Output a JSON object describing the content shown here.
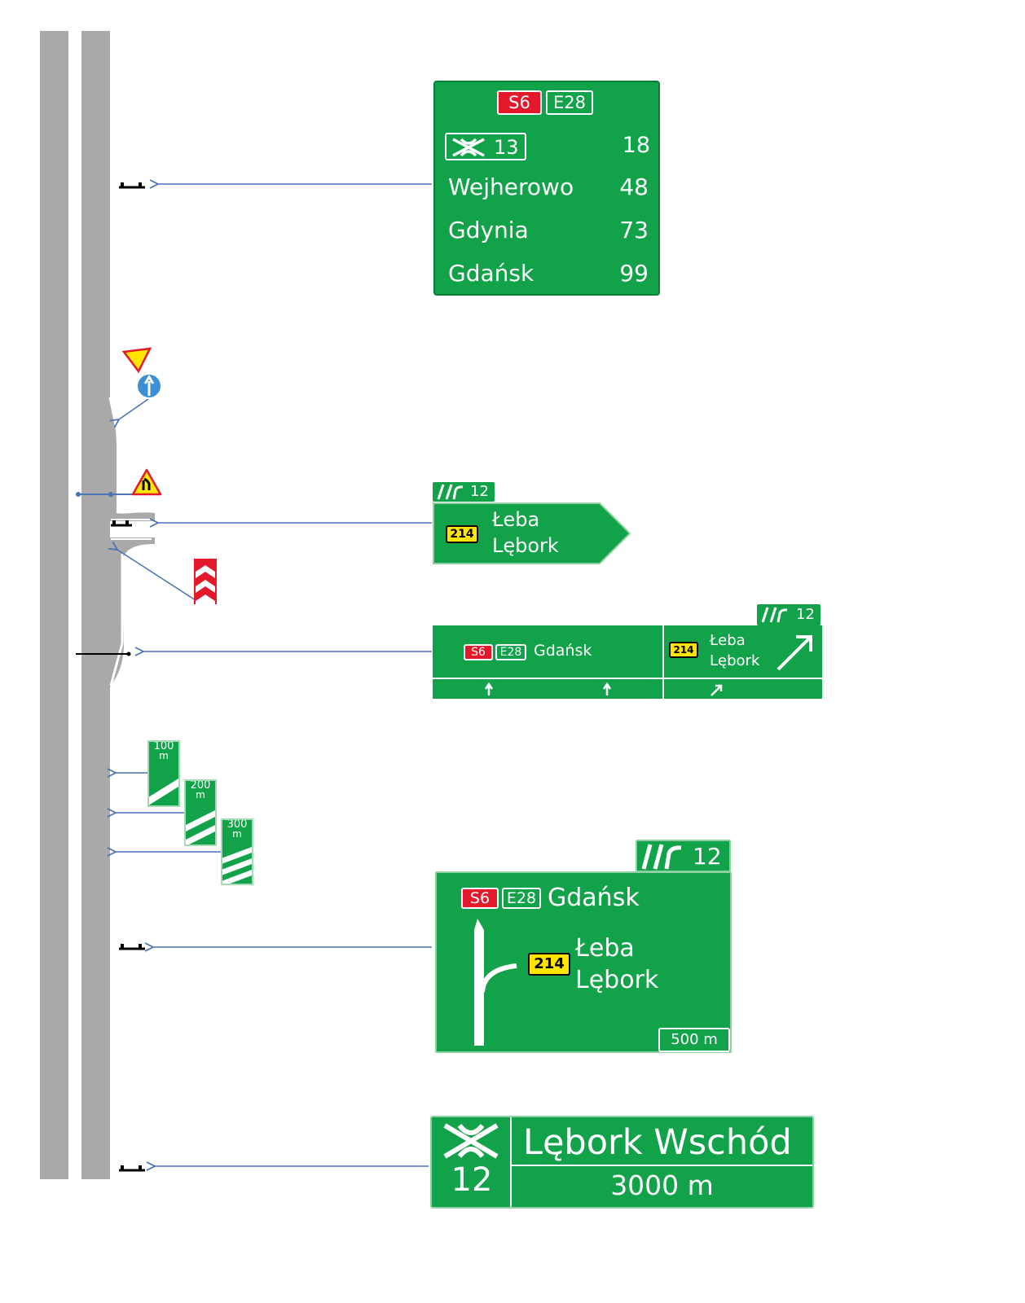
{
  "colors": {
    "sign_green": "#12a34a",
    "road_grey": "#a9a9a9",
    "arrow_blue": "#4a74b5",
    "route_red": "#e3182b",
    "route_yellow": "#ffe600"
  },
  "sign1": {
    "route_s": "S6",
    "route_e": "E28",
    "junction_icon": "motorway-junction-icon",
    "junction_number": "13",
    "rows": [
      {
        "place": "",
        "distance": "18"
      },
      {
        "place": "Wejherowo",
        "distance": "48"
      },
      {
        "place": "Gdynia",
        "distance": "73"
      },
      {
        "place": "Gdańsk",
        "distance": "99"
      }
    ]
  },
  "sign2": {
    "exit_tab_number": "12",
    "route": "214",
    "dest1": "Łeba",
    "dest2": "Lębork"
  },
  "sign3": {
    "exit_tab_number": "12",
    "left": {
      "route_s": "S6",
      "route_e": "E28",
      "dest": "Gdańsk"
    },
    "right": {
      "route": "214",
      "dest1": "Łeba",
      "dest2": "Lębork"
    }
  },
  "countdown": [
    {
      "label_num": "100",
      "label_unit": "m",
      "stripes": 1
    },
    {
      "label_num": "200",
      "label_unit": "m",
      "stripes": 2
    },
    {
      "label_num": "300",
      "label_unit": "m",
      "stripes": 3
    }
  ],
  "sign4": {
    "exit_tab_number": "12",
    "route_s": "S6",
    "route_e": "E28",
    "dest_main": "Gdańsk",
    "route": "214",
    "dest1": "Łeba",
    "dest2": "Lębork",
    "distance": "500 m"
  },
  "sign5": {
    "junction_icon": "motorway-junction-icon",
    "junction_number": "12",
    "name": "Lębork Wschód",
    "distance": "3000 m"
  }
}
